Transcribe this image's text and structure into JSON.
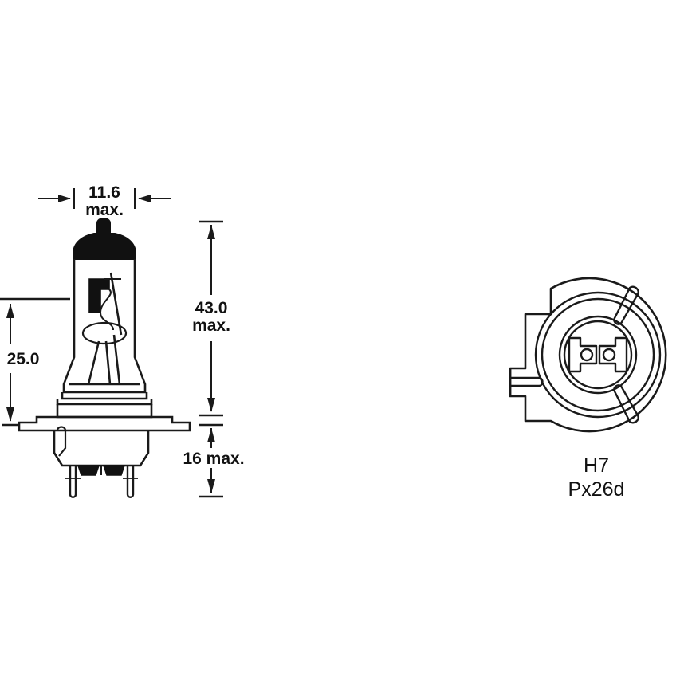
{
  "drawing": {
    "type": "technical-dimension-drawing",
    "subject": "automotive halogen headlight bulb",
    "views": [
      "side-elevation",
      "base-end-view"
    ],
    "line_color": "#1a1a1a",
    "fill_color": "#111111",
    "background_color": "#ffffff"
  },
  "dimensions": {
    "width_top": {
      "value": "11.6",
      "qualifier": "max.",
      "orientation": "horizontal"
    },
    "height_total": {
      "value": "43.0",
      "qualifier": "max.",
      "orientation": "vertical"
    },
    "height_glass": {
      "value": "25.0",
      "qualifier": "",
      "orientation": "vertical"
    },
    "height_base": {
      "value": "16 max.",
      "qualifier": "",
      "orientation": "vertical"
    }
  },
  "base_view": {
    "designation": "H7",
    "cap_code": "Px26d"
  }
}
